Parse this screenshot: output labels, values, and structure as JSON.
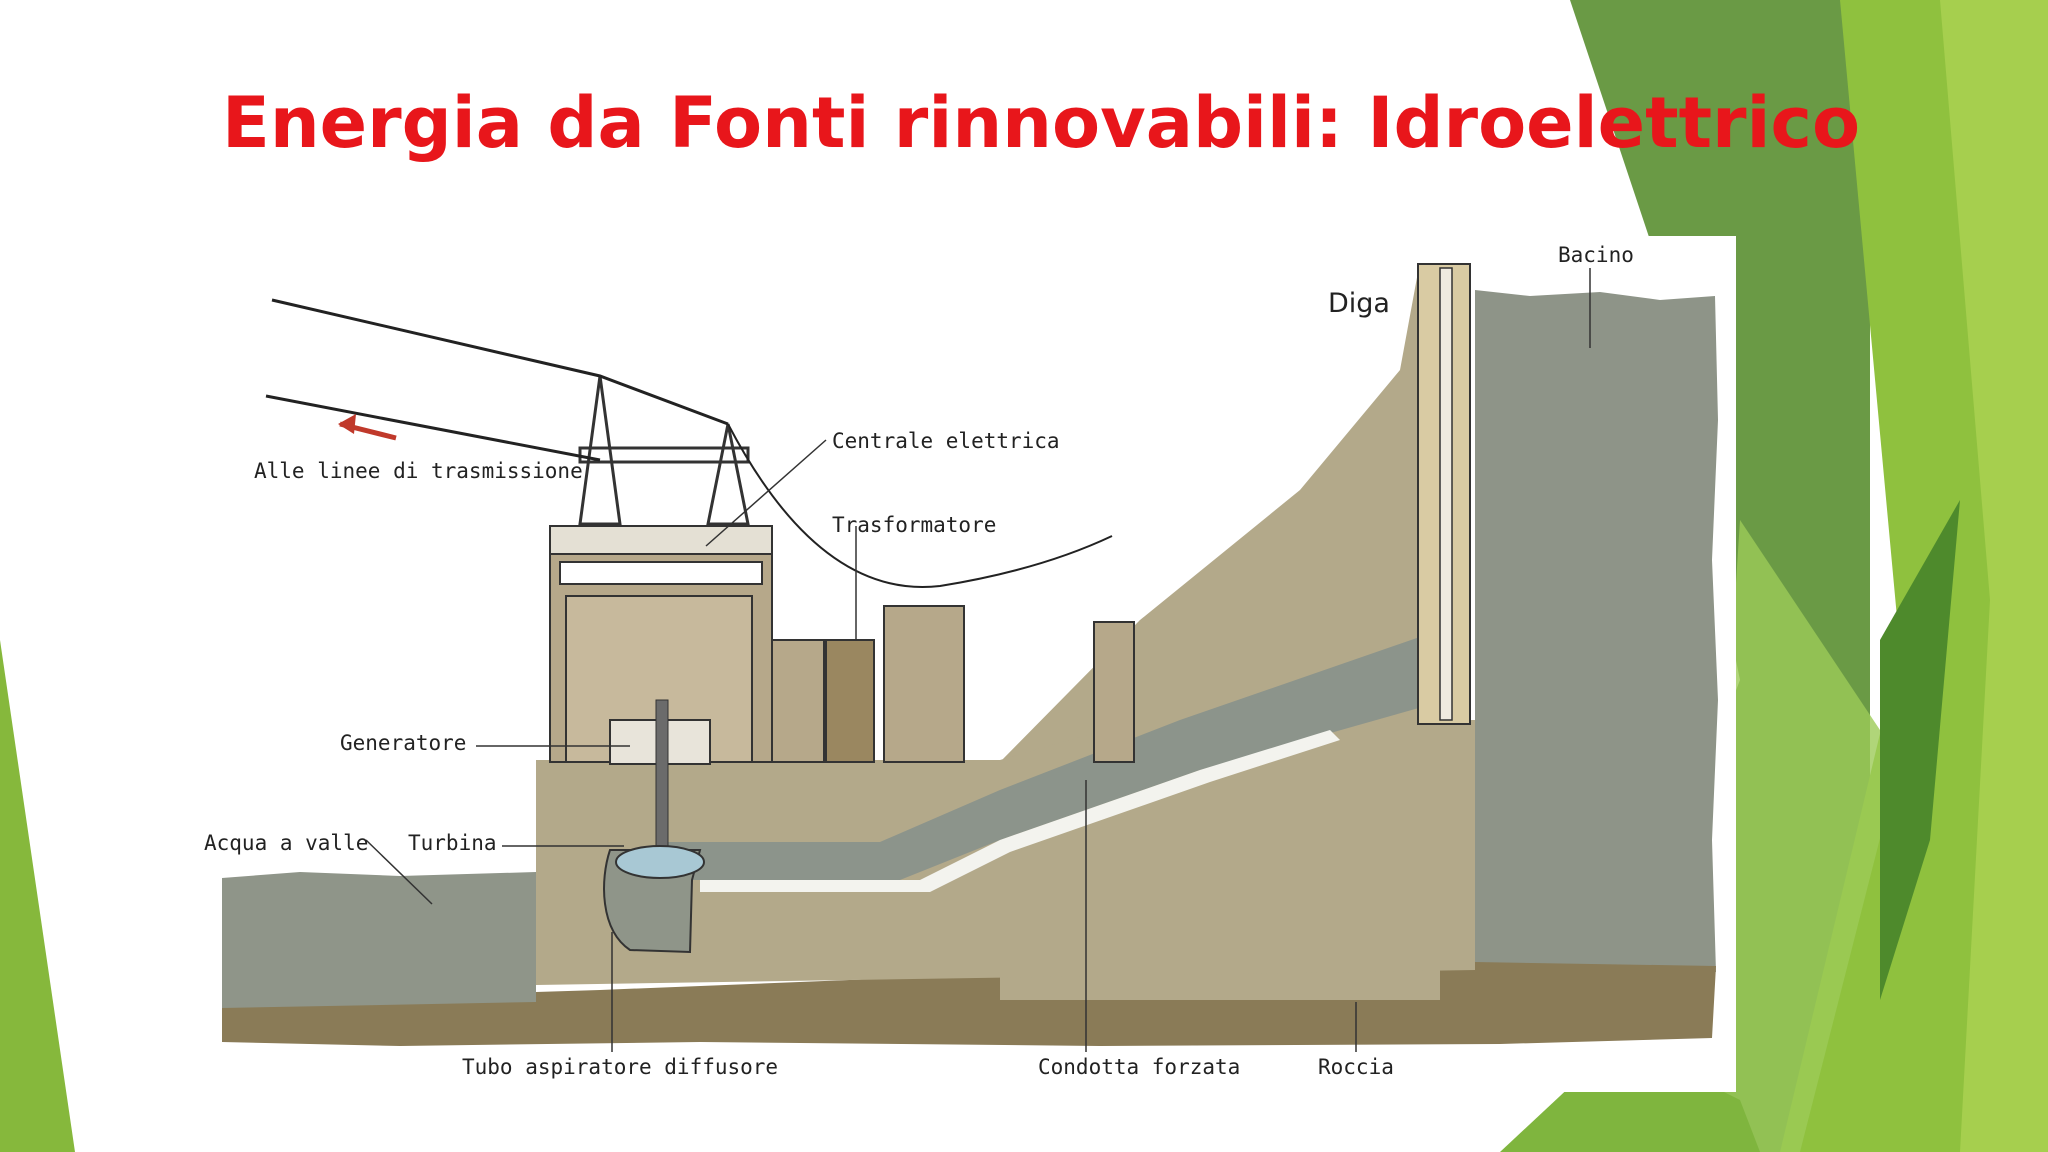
{
  "slide": {
    "title": "Energia da Fonti rinnovabili: Idroelettrico"
  },
  "diagram": {
    "labels": {
      "bacino": "Bacino",
      "diga": "Diga",
      "centrale": "Centrale elettrica",
      "trasformatore": "Trasformatore",
      "linee": "Alle linee di trasmissione",
      "generatore": "Generatore",
      "acqua": "Acqua a valle",
      "turbina": "Turbina",
      "tubo": "Tubo aspiratore diffusore",
      "condotta": "Condotta forzata",
      "roccia": "Roccia"
    }
  },
  "colors": {
    "title": "#e8161b",
    "green_dark": "#5e8c3a",
    "green_mid": "#7fb03c",
    "green_light": "#a9d15a",
    "concrete": "#b3a98a",
    "water": "#8f9589",
    "rock": "#8a7b57"
  }
}
